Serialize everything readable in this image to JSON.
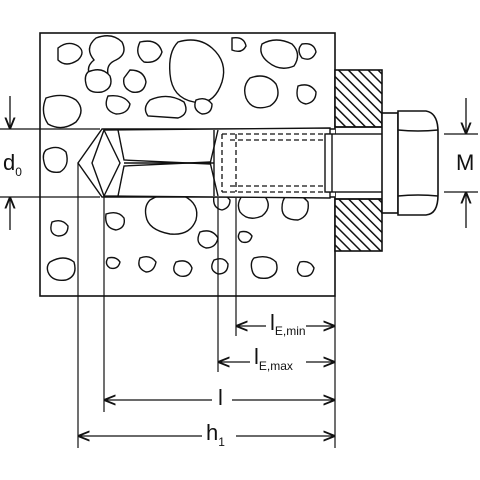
{
  "labels": {
    "d0": {
      "main": "d",
      "sub": "0"
    },
    "M": "M",
    "le_min": {
      "main": "l",
      "sub": "E,min"
    },
    "le_max": {
      "main": "l",
      "sub": "E,max"
    },
    "l": "l",
    "h1": {
      "main": "h",
      "sub": "1"
    }
  },
  "colors": {
    "line": "#111111",
    "hatch": "#111111",
    "background": "#ffffff"
  }
}
